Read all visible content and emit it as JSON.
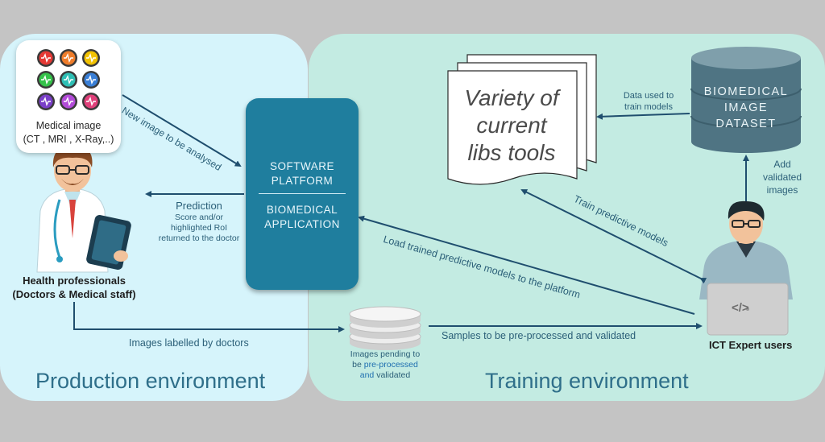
{
  "panels": {
    "production_title": "Production environment",
    "training_title": "Training environment"
  },
  "medical_image": {
    "line1": "Medical image",
    "line2": "(CT , MRI , X-Ray,..)",
    "icon_colors": [
      "#e53935",
      "#ef7d2b",
      "#f2c200",
      "#35c24a",
      "#2fbfb5",
      "#3a7fd6",
      "#7a3fc8",
      "#b24bd8",
      "#e0407a"
    ]
  },
  "platform": {
    "top_line1": "SOFTWARE",
    "top_line2": "PLATFORM",
    "bottom_line1": "BIOMEDICAL",
    "bottom_line2": "APPLICATION"
  },
  "libs": {
    "line1": "Variety of",
    "line2": "current",
    "line3": "libs tools"
  },
  "dataset": {
    "line1": "BIOMEDICAL",
    "line2": "IMAGE",
    "line3": "DATASET"
  },
  "actors": {
    "health_line1": "Health professionals",
    "health_line2": "(Doctors & Medical staff)",
    "ict": "ICT Expert users",
    "laptop_icon": "</>"
  },
  "pending": {
    "line1": "Images pending to",
    "line2_a": "be ",
    "line2_b": "pre-processed",
    "line3_a": "and",
    "line3_b": " validated"
  },
  "arrows": {
    "new_image": "New image to be analysed",
    "prediction_title": "Prediction",
    "prediction_l1": "Score and/or",
    "prediction_l2": "highlighted RoI",
    "prediction_l3": "returned to the doctor",
    "data_used_l1": "Data used to",
    "data_used_l2": "train models",
    "add_validated_l1": "Add",
    "add_validated_l2": "validated",
    "add_validated_l3": "images",
    "train_models": "Train predictive models",
    "load_models": "Load trained predictive models to the platform",
    "labelled": "Images labelled by doctors",
    "samples": "Samples to be pre-processed and validated"
  },
  "colors": {
    "arrow": "#1f4e6e",
    "production_bg": "#d6f4fb",
    "training_bg": "#c3ebe2",
    "platform": "#1f7e9e",
    "dataset": "#4f7483"
  }
}
